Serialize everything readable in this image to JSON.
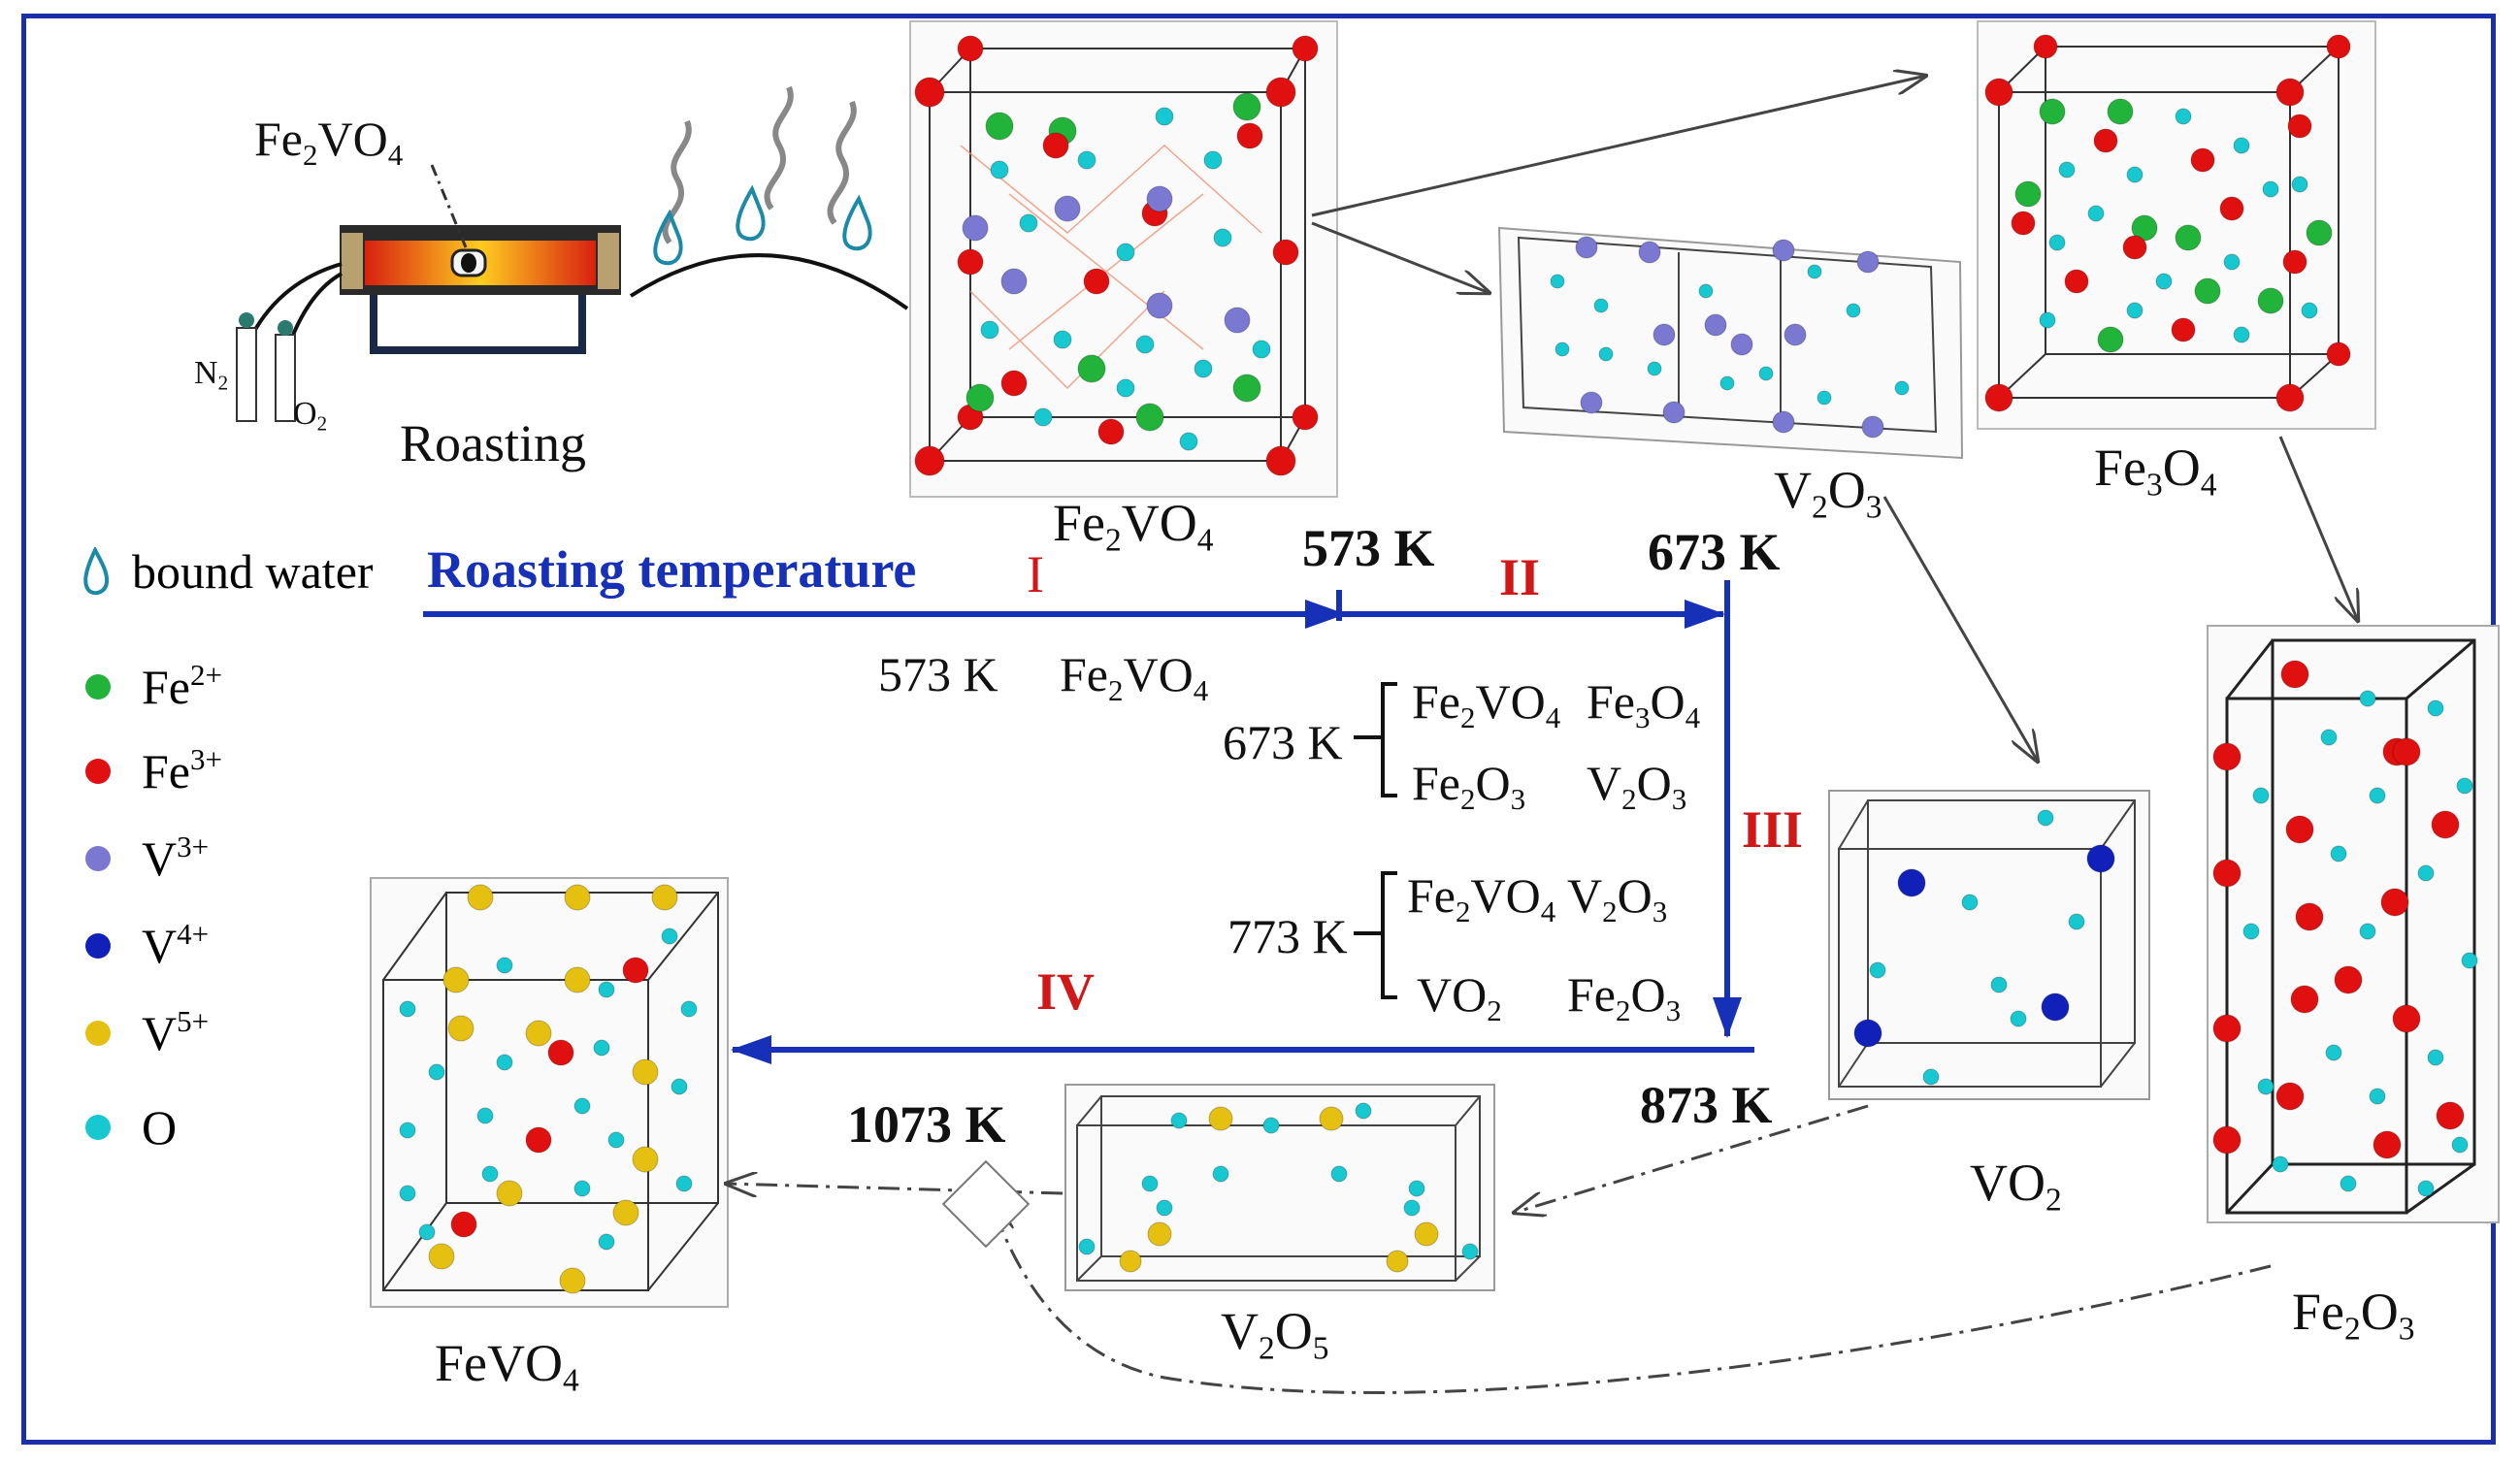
{
  "colors": {
    "fe2": "#22b33a",
    "fe3": "#e01010",
    "v3": "#7a78d0",
    "v4": "#1020b8",
    "v5": "#e6c010",
    "o": "#18c8d0",
    "arrow_blue": "#1730b8",
    "frame_blue": "#1a2fa8",
    "stage_red": "#d01818"
  },
  "roasting": {
    "label": "Roasting",
    "sample": "Fe2VO4",
    "n2": "N2",
    "o2": "O2"
  },
  "legend": [
    {
      "icon": "water-drop-icon",
      "label": "bound water",
      "html": "bound water"
    },
    {
      "icon": "fe2-ion-icon",
      "label": "Fe2+",
      "html": "Fe<sup>2+</sup>",
      "color": "#22b33a"
    },
    {
      "icon": "fe3-ion-icon",
      "label": "Fe3+",
      "html": "Fe<sup>3+</sup>",
      "color": "#e01010"
    },
    {
      "icon": "v3-ion-icon",
      "label": "V3+",
      "html": "V<sup>3+</sup>",
      "color": "#7a78d0"
    },
    {
      "icon": "v4-ion-icon",
      "label": "V4+",
      "html": "V<sup>4+</sup>",
      "color": "#1020b8"
    },
    {
      "icon": "v5-ion-icon",
      "label": "V5+",
      "html": "V<sup>5+</sup>",
      "color": "#e6c010"
    },
    {
      "icon": "oxygen-icon",
      "label": "O",
      "html": "O",
      "color": "#18c8d0"
    }
  ],
  "axis": {
    "title": "Roasting temperature"
  },
  "stages": [
    "I",
    "II",
    "III",
    "IV"
  ],
  "temperatures": {
    "t573": "573 K",
    "t673": "673 K",
    "t873": "873 K",
    "t1073": "1073 K",
    "t773": "773 K"
  },
  "phases": {
    "fe2vo4": "Fe2VO4",
    "v2o3": "V2O3",
    "fe3o4": "Fe3O4",
    "vo2": "VO2",
    "fe2o3": "Fe2O3",
    "v2o5": "V2O5",
    "fevo4": "FeVO4"
  },
  "products": {
    "p573": {
      "temp": "573 K",
      "items": [
        "Fe2VO4"
      ]
    },
    "p673": {
      "temp": "673 K",
      "items": [
        "Fe2VO4",
        "Fe3O4",
        "Fe2O3",
        "V2O3"
      ]
    },
    "p773": {
      "temp": "773 K",
      "items": [
        "Fe2VO4",
        "V2O3",
        "VO2",
        "Fe2O3"
      ]
    }
  }
}
